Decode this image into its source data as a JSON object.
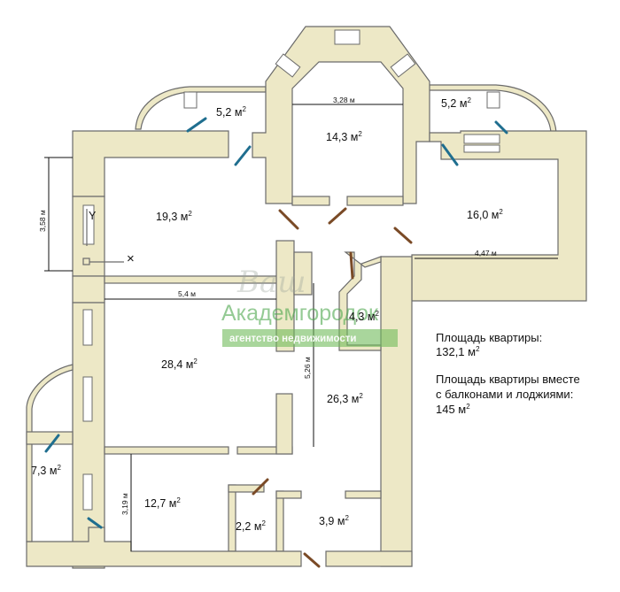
{
  "rooms": {
    "balcony_left": {
      "value": "5,2 м",
      "exp": "2"
    },
    "balcony_right": {
      "value": "5,2 м",
      "exp": "2"
    },
    "bay_room": {
      "value": "14,3 м",
      "exp": "2"
    },
    "room_top_left": {
      "value": "19,3 м",
      "exp": "2"
    },
    "room_right": {
      "value": "16,0 м",
      "exp": "2"
    },
    "living": {
      "value": "28,4 м",
      "exp": "2"
    },
    "small_room": {
      "value": "4,3 м",
      "exp": "2"
    },
    "hall": {
      "value": "26,3 м",
      "exp": "2"
    },
    "loggia": {
      "value": "7,3 м",
      "exp": "2"
    },
    "room_bottom_left": {
      "value": "12,7 м",
      "exp": "2"
    },
    "bathroom": {
      "value": "2,2 м",
      "exp": "2"
    },
    "wc": {
      "value": "3,9 м",
      "exp": "2"
    }
  },
  "dimensions": {
    "d1": "3,28 м",
    "d2": "3,58 м",
    "d3": "4,47 м",
    "d4": "5,4 м",
    "d5": "5,26 м",
    "d6": "3,19 м"
  },
  "info": {
    "area_label": "Площадь квартиры:",
    "area_value": "132,1 м",
    "area_exp": "2",
    "total_label_1": "Площадь квартиры вместе",
    "total_label_2": "с балконами и лоджиями:",
    "total_value": "145 м",
    "total_exp": "2"
  },
  "watermark": {
    "script": "Ваш",
    "name": "Академгородок",
    "tagline": "агентство недвижимости",
    "color": "#4ea84e"
  },
  "markers": {
    "y_mark": "Y",
    "x_mark": "×"
  }
}
